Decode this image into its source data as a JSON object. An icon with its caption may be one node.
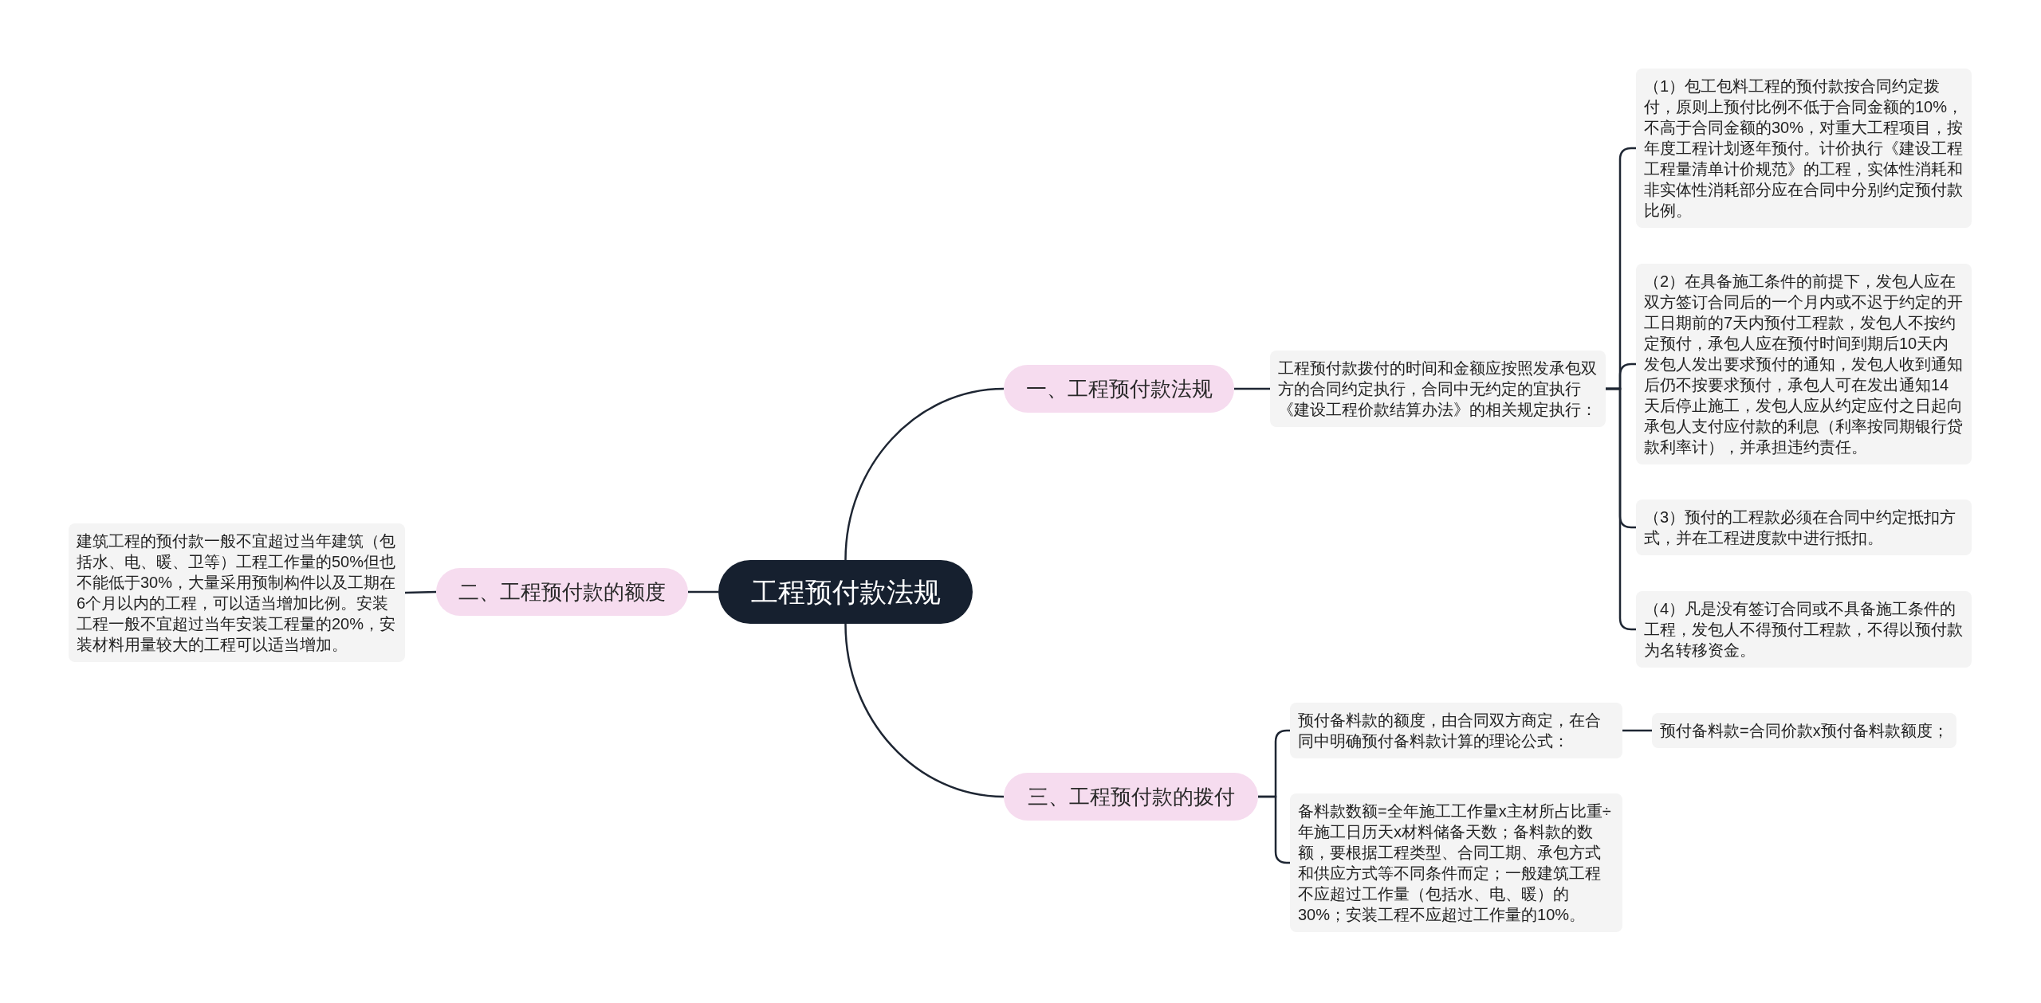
{
  "diagram": {
    "nodes": [
      {
        "text": [
          "工程预付款法规"
        ]
      },
      {
        "text": [
          "一、工程预付款法规"
        ]
      },
      {
        "text": [
          "工程预付款拨付的时间和金额应按照发承包双方的合同约定执行，合同中无约定的宜执行《建设工程价款结算办法》的相关规定执行："
        ]
      },
      {
        "text": [
          "（1）包工包料工程的预付款按合同约定拨付，原则上预付比例不低于合同金额的10%，不高于合同金额的30%，对重大工程项目，按年度工程计划逐年预付。计价执行《建设工程工程量清单计价规范》的工程，实体性消耗和非实体性消耗部分应在合同中分别约定预付款比例。"
        ]
      },
      {
        "text": [
          "（2）在具备施工条件的前提下，发包人应在双方签订合同后的一个月内或不迟于约定的开工日期前的7天内预付工程款，发包人不按约定预付，承包人应在预付时间到期后10天内发包人发出要求预付的通知，发包人收到通知后仍不按要求预付，承包人可在发出通知14天后停止施工，发包人应从约定应付之日起向承包人支付应付款的利息（利率按同期银行贷款利率计），并承担违约责任。"
        ]
      },
      {
        "text": [
          "（3）预付的工程款必须在合同中约定抵扣方式，并在工程进度款中进行抵扣。"
        ]
      },
      {
        "text": [
          "（4）凡是没有签订合同或不具备施工条件的工程，发包人不得预付工程款，不得以预付款为名转移资金。"
        ]
      },
      {
        "text": [
          "二、工程预付款的额度"
        ]
      },
      {
        "text": [
          "建筑工程的预付款一般不宜超过当年建筑（包括水、电、暖、卫等）工程工作量的50%但也不能低于30%，大量采用预制构件以及工期在6个月以内的工程，可以适当增加比例。安装工程一般不宜超过当年安装工程量的20%，安装材料用量较大的工程可以适当增加。"
        ]
      },
      {
        "text": [
          "三、工程预付款的拨付"
        ]
      },
      {
        "text": [
          "预付备料款的额度，由合同双方商定，在合同中明确预付备料款计算的理论公式："
        ]
      },
      {
        "text": [
          "预付备料款=合同价款x预付备料款额度；"
        ]
      },
      {
        "text": [
          "备料款数额=全年施工工作量x主材所占比重÷年施工日历天x材料储备天数；备料款的数额，要根据工程类型、合同工期、承包方式和供应方式等不同条件而定；一般建筑工程不应超过工作量（包括水、电、暖）的30%；安装工程不应超过工作量的10%。"
        ]
      }
    ],
    "edges": [
      {
        "from": 0,
        "to": 1,
        "arrow": "none"
      },
      {
        "from": 1,
        "to": 2,
        "arrow": "none"
      },
      {
        "from": 2,
        "to": 3,
        "arrow": "none"
      },
      {
        "from": 2,
        "to": 4,
        "arrow": "none"
      },
      {
        "from": 2,
        "to": 5,
        "arrow": "none"
      },
      {
        "from": 2,
        "to": 6,
        "arrow": "none"
      },
      {
        "from": 0,
        "to": 7,
        "arrow": "none"
      },
      {
        "from": 7,
        "to": 8,
        "arrow": "none"
      },
      {
        "from": 0,
        "to": 9,
        "arrow": "none"
      },
      {
        "from": 9,
        "to": 10,
        "arrow": "none"
      },
      {
        "from": 10,
        "to": 11,
        "arrow": "none"
      },
      {
        "from": 9,
        "to": 12,
        "arrow": "none"
      }
    ]
  }
}
